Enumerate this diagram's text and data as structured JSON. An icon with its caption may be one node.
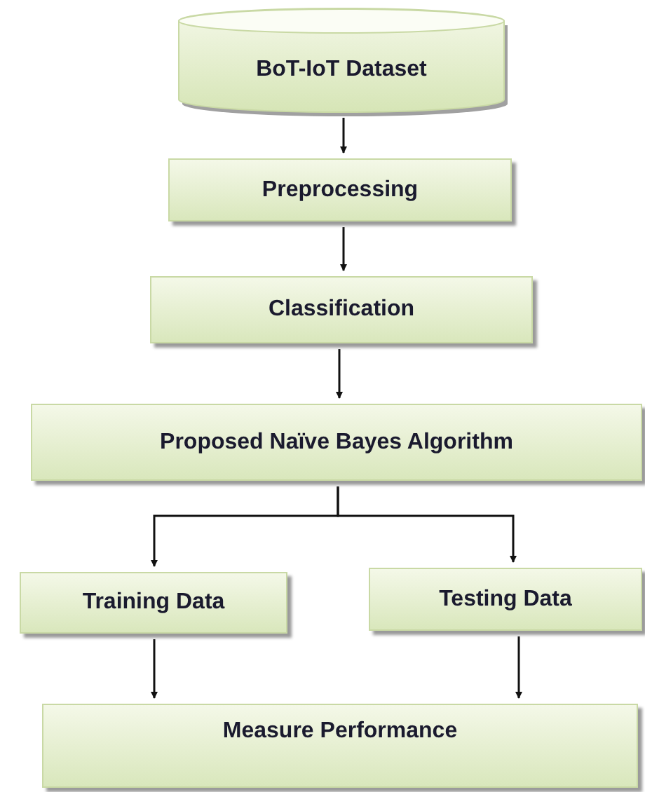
{
  "diagram": {
    "nodes": [
      {
        "text": [
          "BoT-IoT Dataset"
        ]
      },
      {
        "text": [
          "Preprocessing"
        ]
      },
      {
        "text": [
          "Classification"
        ]
      },
      {
        "text": [
          "Proposed Naïve Bayes Algorithm"
        ]
      },
      {
        "text": [
          "Training Data"
        ]
      },
      {
        "text": [
          "Testing Data"
        ]
      },
      {
        "text": [
          "Measure Performance"
        ]
      }
    ],
    "edges": [
      {
        "from": 0,
        "to": 1,
        "arrow": "to"
      },
      {
        "from": 1,
        "to": 2,
        "arrow": "to"
      },
      {
        "from": 2,
        "to": 3,
        "arrow": "to"
      },
      {
        "from": 3,
        "to": 4,
        "arrow": "to"
      },
      {
        "from": 3,
        "to": 5,
        "arrow": "to"
      },
      {
        "from": 4,
        "to": 6,
        "arrow": "to"
      },
      {
        "from": 5,
        "to": 6,
        "arrow": "to"
      }
    ]
  }
}
